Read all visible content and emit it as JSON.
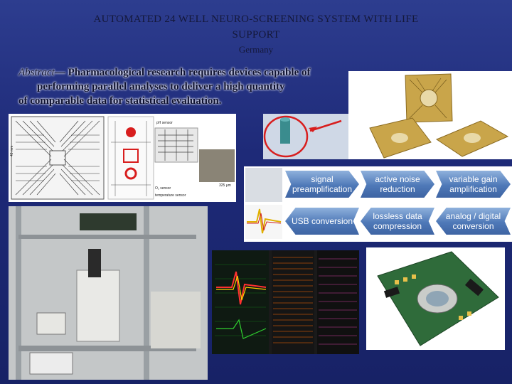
{
  "slide": {
    "title_line1": "AUTOMATED 24 WELL NEURO-SCREENING SYSTEM WITH LIFE",
    "title_line2": "SUPPORT",
    "subtitle": "Germany",
    "abstract_lead": "Abstract",
    "abstract_line1_rest": "— Pharmacological research requires devices capable of",
    "abstract_line2": "performing parallel analyses to deliver a high quantity",
    "abstract_line3": "of comparable data for statistical evaluation."
  },
  "layout_panel": {
    "label_ph": "pH sensor",
    "label_o2": "O₂ sensor",
    "label_temp": "temperature sensor",
    "label_scale": "325 µm",
    "label_dim": "49 mm"
  },
  "signal_chain": {
    "row1": [
      "signal preamplification",
      "active noise reduction",
      "variable gain amplification"
    ],
    "row2": [
      "USB conversion",
      "lossless data compression",
      "analog / digital conversion"
    ]
  },
  "colors": {
    "background": "#1e2a78",
    "arrow_box": "#4f79b8",
    "chip_gold": "#c9a54a",
    "pcb_green": "#2f6b3a"
  }
}
